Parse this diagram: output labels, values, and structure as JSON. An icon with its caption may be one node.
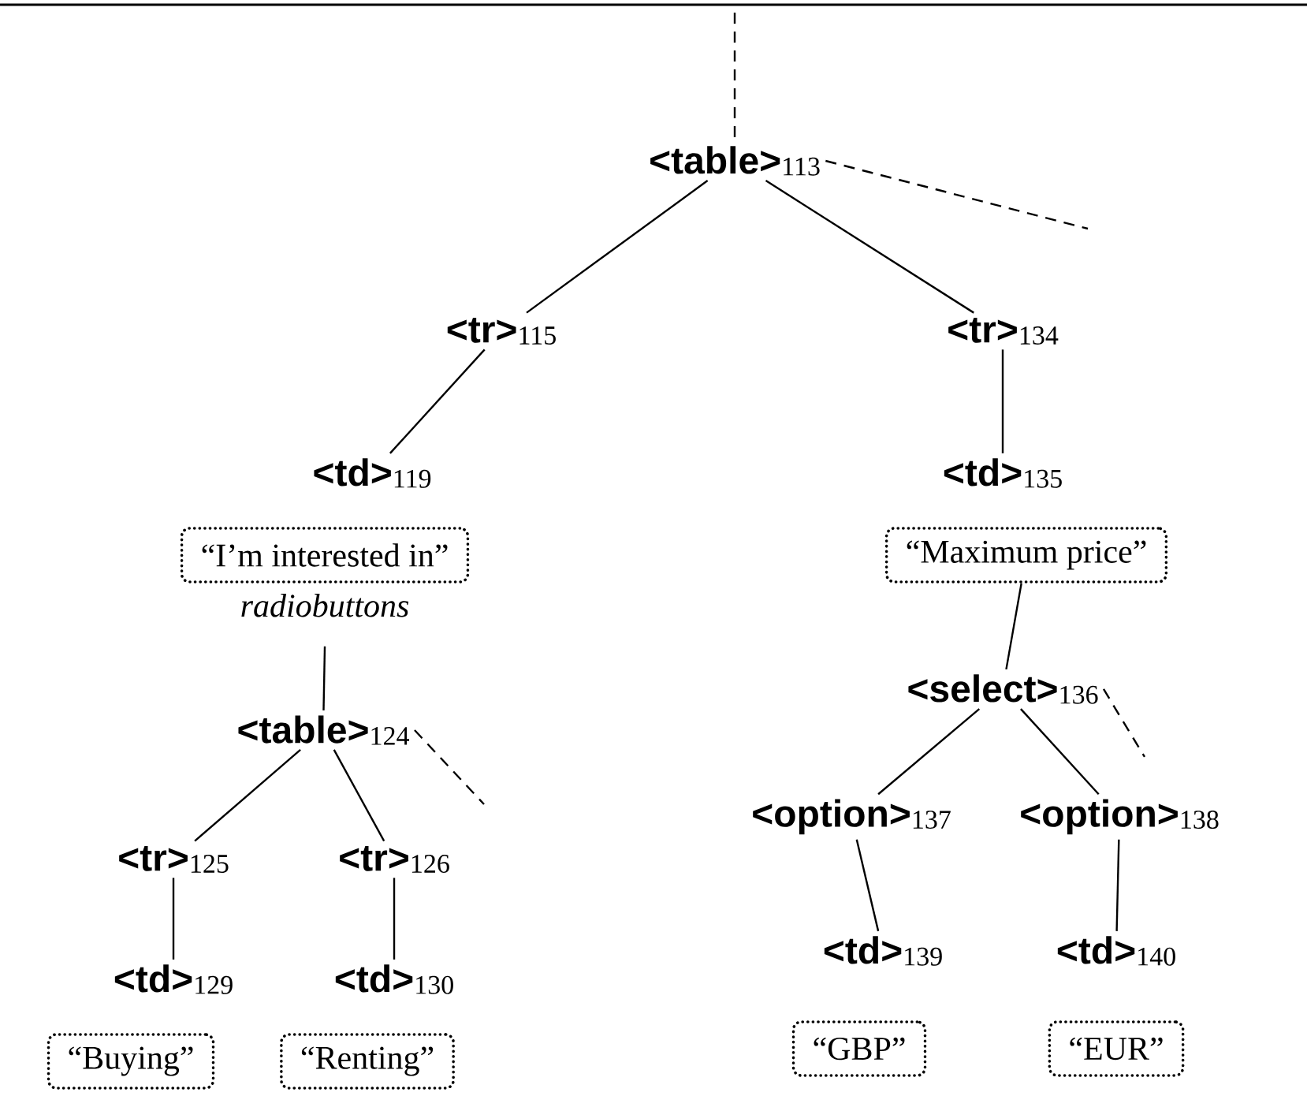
{
  "diagram": {
    "nodes": [
      {
        "text": [
          "<table>",
          "113"
        ]
      },
      {
        "text": [
          "<tr>",
          "115"
        ]
      },
      {
        "text": [
          "<tr>",
          "134"
        ]
      },
      {
        "text": [
          "<td>",
          "119"
        ]
      },
      {
        "text": [
          "“I’m interested in”"
        ],
        "beside": [
          "radiobuttons"
        ]
      },
      {
        "text": [
          "<table>",
          "124"
        ]
      },
      {
        "text": [
          "<tr>",
          "125"
        ]
      },
      {
        "text": [
          "<tr>",
          "126"
        ]
      },
      {
        "text": [
          "<td>",
          "129"
        ]
      },
      {
        "text": [
          "<td>",
          "130"
        ]
      },
      {
        "text": [
          "“Buying”"
        ]
      },
      {
        "text": [
          "“Renting”"
        ]
      },
      {
        "text": [
          "<td>",
          "135"
        ]
      },
      {
        "text": [
          "“Maximum price”"
        ]
      },
      {
        "text": [
          "<select>",
          "136"
        ]
      },
      {
        "text": [
          "<option>",
          "137"
        ]
      },
      {
        "text": [
          "<option>",
          "138"
        ]
      },
      {
        "text": [
          "<td>",
          "139"
        ]
      },
      {
        "text": [
          "<td>",
          "140"
        ]
      },
      {
        "text": [
          "“GBP”"
        ]
      },
      {
        "text": [
          "“EUR”"
        ]
      }
    ],
    "edges": [
      {
        "from": null,
        "to": 0,
        "arrow": "none",
        "style": "dashed"
      },
      {
        "from": 0,
        "to": null,
        "arrow": "none",
        "style": "dashed"
      },
      {
        "from": 0,
        "to": 1,
        "arrow": "none"
      },
      {
        "from": 0,
        "to": 2,
        "arrow": "none"
      },
      {
        "from": 1,
        "to": 3,
        "arrow": "none"
      },
      {
        "from": 4,
        "to": 5,
        "arrow": "none"
      },
      {
        "from": 5,
        "to": 6,
        "arrow": "none"
      },
      {
        "from": 5,
        "to": 7,
        "arrow": "none"
      },
      {
        "from": 5,
        "to": null,
        "arrow": "none",
        "style": "dashed"
      },
      {
        "from": 6,
        "to": 8,
        "arrow": "none"
      },
      {
        "from": 7,
        "to": 9,
        "arrow": "none"
      },
      {
        "from": 2,
        "to": 12,
        "arrow": "none"
      },
      {
        "from": 13,
        "to": 14,
        "arrow": "none"
      },
      {
        "from": 14,
        "to": 15,
        "arrow": "none"
      },
      {
        "from": 14,
        "to": 16,
        "arrow": "none"
      },
      {
        "from": 14,
        "to": null,
        "arrow": "none",
        "style": "dashed"
      },
      {
        "from": 15,
        "to": 17,
        "arrow": "none"
      },
      {
        "from": 16,
        "to": 18,
        "arrow": "none"
      }
    ]
  }
}
